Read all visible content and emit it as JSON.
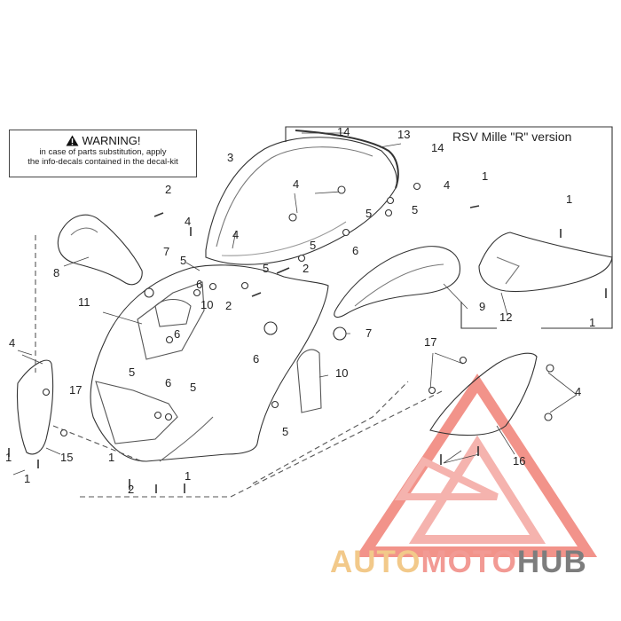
{
  "warning": {
    "title": "WARNING!",
    "lines": [
      "in case of parts substitution, apply",
      "the info-decals contained in the decal-kit"
    ]
  },
  "version_label": "RSV Mille \"R\" version",
  "watermark": {
    "part1": "AUTO",
    "part2": "MOTO",
    "part3": "HUB",
    "colors": {
      "part1": "#f2c98a",
      "part2": "#f29a94",
      "part3": "#7d7d7d",
      "logo": "#e8584c"
    }
  },
  "callouts": [
    "1",
    "1",
    "1",
    "1",
    "1",
    "1",
    "1",
    "2",
    "2",
    "2",
    "2",
    "3",
    "4",
    "4",
    "4",
    "4",
    "4",
    "4",
    "5",
    "5",
    "5",
    "5",
    "5",
    "5",
    "5",
    "5",
    "6",
    "6",
    "6",
    "6",
    "6",
    "7",
    "7",
    "8",
    "9",
    "10",
    "10",
    "11",
    "12",
    "13",
    "14",
    "14",
    "15",
    "16",
    "17",
    "17"
  ]
}
